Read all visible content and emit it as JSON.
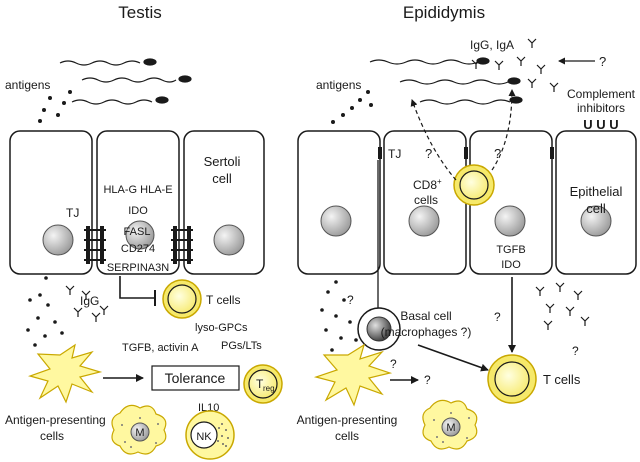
{
  "testis": {
    "title": "Testis",
    "antigens": "antigens",
    "tj": "TJ",
    "hla": "HLA-G HLA-E",
    "ido": "IDO",
    "fasl": "FASL",
    "cd274": "CD274",
    "serpina": "SERPINA3N",
    "sertoli_line1": "Sertoli",
    "sertoli_line2": "cell",
    "igg": "IgG",
    "t_cells": "T cells",
    "lyso": "lyso-GPCs",
    "pgs": "PGs/LTs",
    "tgfb_activin": "TGFB, activin A",
    "tolerance": "Tolerance",
    "treg_main": "T",
    "treg_sub": "reg",
    "il10": "IL10",
    "m": "M",
    "nk": "NK",
    "apc_line1": "Antigen-presenting",
    "apc_line2": "cells"
  },
  "epididymis": {
    "title": "Epididymis",
    "antigens": "antigens",
    "igg_iga": "IgG, IgA",
    "q_top": "?",
    "complement_line1": "Complement",
    "complement_line2": "inhibitors",
    "complement_glyphs": "U U U",
    "tj": "TJ",
    "q_left": "?",
    "q_right": "?",
    "cd8_main": "CD8",
    "cd8_sup": "+",
    "cd8_cells": "cells",
    "epithelial_line1": "Epithelial",
    "epithelial_line2": "cell",
    "tgfb": "TGFB",
    "ido": "IDO",
    "basal_line1": "Basal cell",
    "basal_line2": "(macrophages ?)",
    "q_antigen": "?",
    "q_mid_left": "?",
    "q_apc": "?",
    "q_mid": "?",
    "q_antibody": "?",
    "t_cells": "T cells",
    "m": "M",
    "apc_line1": "Antigen-presenting",
    "apc_line2": "cells"
  },
  "colors": {
    "cell_yellow": "#fff8a0",
    "cell_yellow_border": "#c9a800",
    "nucleus_gray": "#b8b8b8",
    "outline": "#1a1a1a"
  }
}
